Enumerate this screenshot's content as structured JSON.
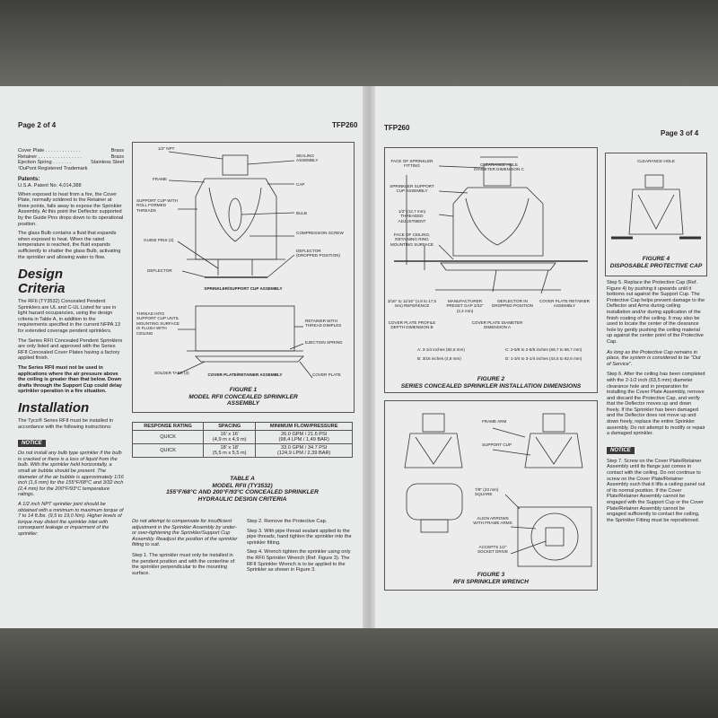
{
  "left_page": {
    "page_no": "Page 2 of 4",
    "doc_id": "TFP260",
    "materials": [
      {
        "part": "Cover Plate",
        "dots": " . . . . . . . . . . . . . ",
        "value": "Brass"
      },
      {
        "part": "Retainer",
        "dots": " . . . . . . . . . . . . . . . . ",
        "value": "Brass"
      },
      {
        "part": "Ejection Spring",
        "dots": " . . . . . . . ",
        "value": "Stainless Steel"
      }
    ],
    "trademark": "¹DuPont Registered Trademark",
    "patents_title": "Patents:",
    "patents_text": "U.S.A. Patent No. 4,014,388",
    "op_para1": "When exposed to heat from a fire, the Cover Plate, normally soldered to the Retainer at three points, falls away to expose the Sprinkler Assembly. At this point the Deflector supported by the Guide Pins drops down to its operational position.",
    "op_para2": "The glass Bulb contains a fluid that expands when exposed to heat. When the rated temperature is reached, the fluid expands sufficiently to shatter the glass Bulb, activating the sprinkler and allowing water to flow.",
    "design_title_1": "Design",
    "design_title_2": "Criteria",
    "design_para1": "The RFII (TY3532) Concealed Pendent Sprinklers are UL and C-UL Listed for use in light hazard occupancies, using the design criteria in Table A, in addition to the requirements specified in the current NFPA 13 for extended coverage pendent sprinklers.",
    "design_para2": "The Series RFII Concealed Pendent Sprinklers are only listed and approved with the Series RFII Concealed Cover Plates having a factory applied finish.",
    "design_warning": "The Series RFII must not be used in applications where the air pressure above the ceiling is greater than that below. Down drafts through the Support Cup could delay sprinkler operation in a fire situation.",
    "install_title": "Installation",
    "install_intro": "The Tyco® Series RFII must be installed in accordance with the following instructions:",
    "notice_label": "NOTICE",
    "notice_para1": "Do not install any bulb type sprinkler if the bulb is cracked or there is a loss of liquid from the bulb. With the sprinkler held horizontally, a small air bubble should be present. The diameter of the air bubble is approximately 1/16 inch (1,6 mm) for the 155°F/68°C and 3/32 inch (2,4 mm) for the 200°F/93°C temperature ratings.",
    "notice_para2": "A 1/2 inch NPT sprinkler joint should be obtained with a minimum to maximum torque of 7 to 14 ft.lbs. (9,5 to 19,0 Nm). Higher levels of torque may distort the sprinkler inlet with consequent leakage or impairment of the sprinkler.",
    "mid_col_para": "Do not attempt to compensate for insufficient adjustment in the Sprinkler Assembly by under- or over-tightening the Sprinkler/Support Cup Assembly. Readjust the position of the sprinkler fitting to suit.",
    "step1": "Step 1. The sprinkler must only be installed in the pendent position and with the centerline of the sprinkler perpendicular to the mounting surface.",
    "step2": "Step 2. Remove the Protective Cap.",
    "step3": "Step 3. With pipe thread sealant applied to the pipe threads, hand tighten the sprinkler into the sprinkler fitting.",
    "step4": "Step 4. Wrench tighten the sprinkler using only the RFII Sprinkler Wrench (Ref. Figure 3). The RFII Sprinkler Wrench is to be applied to the Sprinkler as shown in Figure 3.",
    "figure1": {
      "caption": [
        "FIGURE 1",
        "MODEL RFII CONCEALED SPRINKLER",
        "ASSEMBLY"
      ],
      "labels": [
        "1/2\" NPT",
        "SEALING ASSEMBLY",
        "FRAME",
        "CAP",
        "SUPPORT CUP WITH ROLL FORMED THREADS",
        "BULB",
        "COMPRESSION SCREW",
        "GUIDE PINS (2)",
        "DEFLECTOR",
        "DEFLECTOR (DROPPED POSITION)",
        "SPRINKLER/SUPPORT CUP ASSEMBLY",
        "THREAD INTO SUPPORT CUP UNTIL MOUNTING SURFACE IS FLUSH WITH CEILING",
        "RETAINER WITH THREAD DIMPLES",
        "EJECTION SPRING",
        "SOLDER TABS (3)",
        "COVER PLATE",
        "COVER PLATE/RETAINER ASSEMBLY"
      ]
    },
    "table_a": {
      "headers": [
        "RESPONSE RATING",
        "SPACING",
        "MINIMUM FLOW/PRESSURE"
      ],
      "rows": [
        [
          "QUICK",
          "16' x 16'",
          "(4,9 m x 4,9 m)",
          "26.0 GPM / 21.6 PSI",
          "(98,4 LPM / 1,49 BAR)"
        ],
        [
          "QUICK",
          "18' x 18'",
          "(5,5 m x 5,5 m)",
          "33.0 GPM / 34.7 PSI",
          "(124,9 LPM / 2,39 BAR)"
        ]
      ],
      "caption": [
        "TABLE A",
        "MODEL RFII (TY3532)",
        "155°F/68°C AND 200°F/93°C CONCEALED SPRINKLER",
        "HYDRAULIC DESIGN CRITERIA"
      ]
    }
  },
  "right_page": {
    "doc_id": "TFP260",
    "page_no": "Page 3 of 4",
    "figure2": {
      "caption": [
        "FIGURE 2",
        "SERIES CONCEALED SPRINKLER INSTALLATION DIMENSIONS"
      ],
      "labels": [
        "FACE OF SPRINKLER FITTING",
        "CLEARANCE HOLE DIAMETER DIMENSION C",
        "SPRINKLER SUPPORT CUP ASSEMBLY",
        "1/2\" (12,7 mm) THREADED ADJUSTMENT",
        "FACE OF CEILING, RETAINING RING MOUNTING SURFACE",
        "3/16\" to 11/16\" (4,8 to 17,5 mm) REFERENCE",
        "MANUFACTURER PRESET GAP 3/32\" (2,4 mm)",
        "DEFLECTOR IN DROPPED POSITION",
        "COVER PLATE RETAINER ASSEMBLY",
        "COVER PLATE PROFILE DEPTH DIMENSION B",
        "COVER PLATE DIAMETER DIMENSION A"
      ],
      "dims": [
        "A: 3-1/4 inches (82,6 mm)",
        "C: 2-5/8 to 2-5/8 inches (66,7 to 66,7 mm)",
        "B: 3/16 inches (4,8 mm)",
        "D: 1-3/4 to 3-1/4 inches (44,5 to 82,6 mm)"
      ]
    },
    "figure3": {
      "caption": [
        "FIGURE 3",
        "RFII SPRINKLER WRENCH"
      ],
      "labels": [
        "FRAME ARM",
        "SUPPORT CUP",
        "7/8\" (23 mm) SQUARE",
        "ALIGN ARROWS WITH FRAME ARMS",
        "ACCEPTS 1/2\" SOCKET DRIVE"
      ]
    },
    "figure4": {
      "caption": [
        "FIGURE 4",
        "DISPOSABLE PROTECTIVE CAP"
      ],
      "labels": [
        "CLEARANCE HOLE"
      ]
    },
    "step5": "Step 5. Replace the Protective Cap (Ref. Figure 4) by pushing it upwards until it bottoms out against the Support Cup. The Protective Cap helps prevent damage to the Deflector and Arms during ceiling installation and/or during application of the finish coating of the ceiling. It may also be used to locate the center of the clearance hole by gently pushing the ceiling material up against the center point of the Protective Cap.",
    "service_note": "As long as the Protective Cap remains in place, the system is considered to be \"Out of Service\".",
    "step6": "Step 6. After the ceiling has been completed with the 2-1/2 inch (63,5 mm) diameter clearance hole and in preparation for installing the Cover Plate Assembly, remove and discard the Protective Cap, and verify that the Deflector moves up and down freely. If the Sprinkler has been damaged and the Deflector does not move up and down freely, replace the entire Sprinkler assembly. Do not attempt to modify or repair a damaged sprinkler.",
    "notice_label": "NOTICE",
    "step7": "Step 7. Screw on the Cover Plate/Retainer Assembly until its flange just comes in contact with the ceiling. Do not continue to screw on the Cover Plate/Retainer Assembly such that it lifts a ceiling panel out of its normal position. If the Cover Plate/Retainer Assembly cannot be engaged with the Support Cup or the Cover Plate/Retainer Assembly cannot be engaged sufficiently to contact the ceiling, the Sprinkler Fitting must be repositioned."
  }
}
